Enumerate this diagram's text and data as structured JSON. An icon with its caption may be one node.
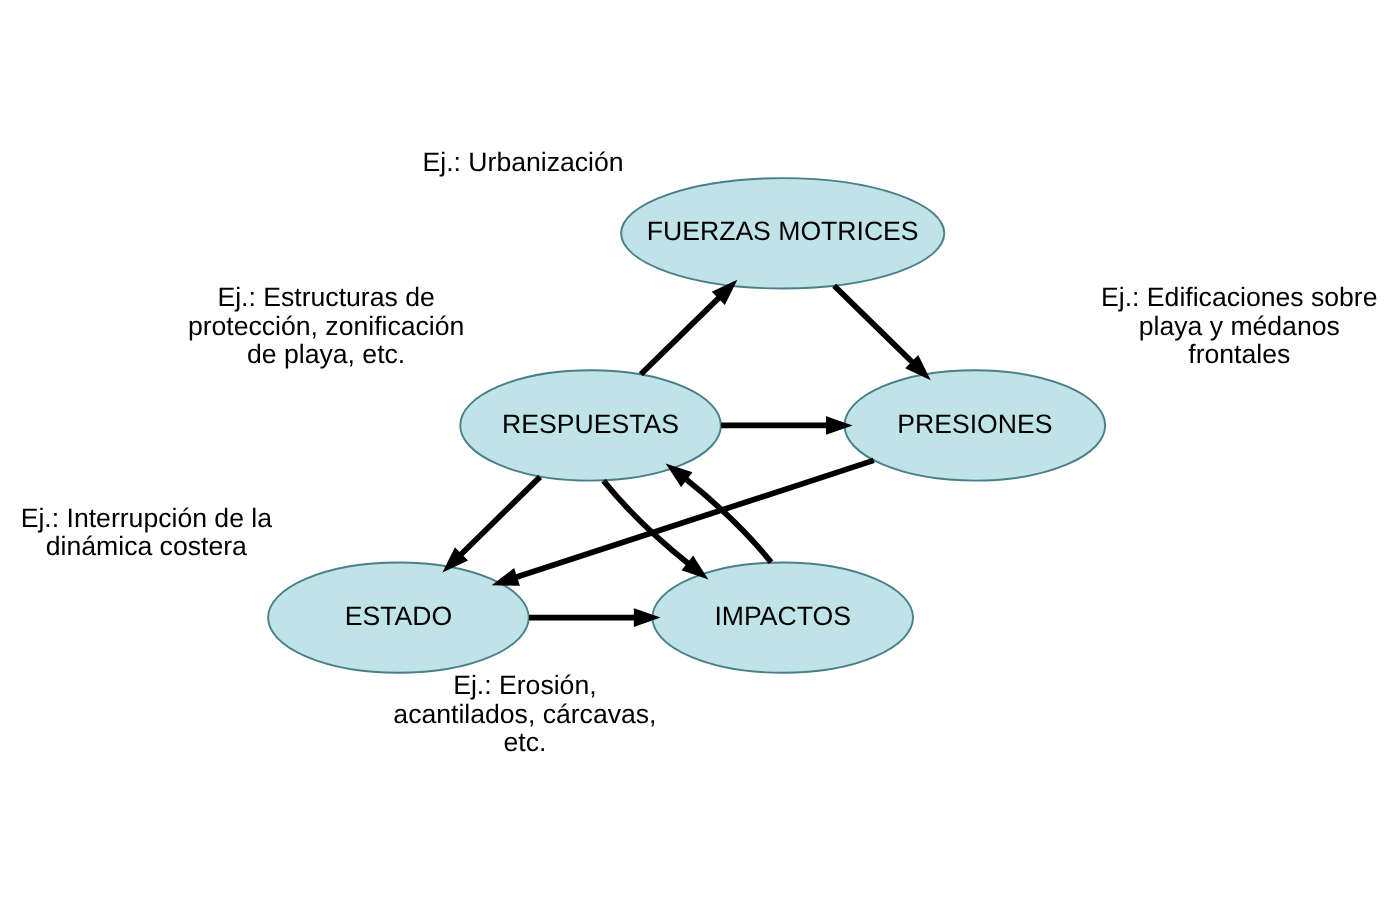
{
  "diagram": {
    "nodes": [
      {
        "text": [
          "FUERZAS MOTRICES"
        ],
        "beside": [
          "Ej.: Urbanización"
        ]
      },
      {
        "text": [
          "PRESIONES"
        ],
        "beside": [
          "Ej.: Edificaciones sobre playa y médanos frontales"
        ]
      },
      {
        "text": [
          "RESPUESTAS"
        ],
        "beside": [
          "Ej.: Estructuras de protección, zonificación de playa, etc."
        ]
      },
      {
        "text": [
          "ESTADO"
        ],
        "beside": [
          "Ej.: Interrupción de la dinámica costera"
        ]
      },
      {
        "text": [
          "IMPACTOS"
        ],
        "beside": [
          "Ej.: Erosión, acantilados, cárcavas, etc."
        ]
      }
    ],
    "edges": [
      {
        "from": 2,
        "to": 0,
        "arrow": "to"
      },
      {
        "from": 0,
        "to": 1,
        "arrow": "to"
      },
      {
        "from": 2,
        "to": 1,
        "arrow": "to"
      },
      {
        "from": 1,
        "to": 3,
        "arrow": "to"
      },
      {
        "from": 2,
        "to": 3,
        "arrow": "to"
      },
      {
        "from": 3,
        "to": 4,
        "arrow": "to"
      },
      {
        "from": 2,
        "to": 4,
        "arrow": "to"
      },
      {
        "from": 4,
        "to": 2,
        "arrow": "to"
      }
    ]
  }
}
